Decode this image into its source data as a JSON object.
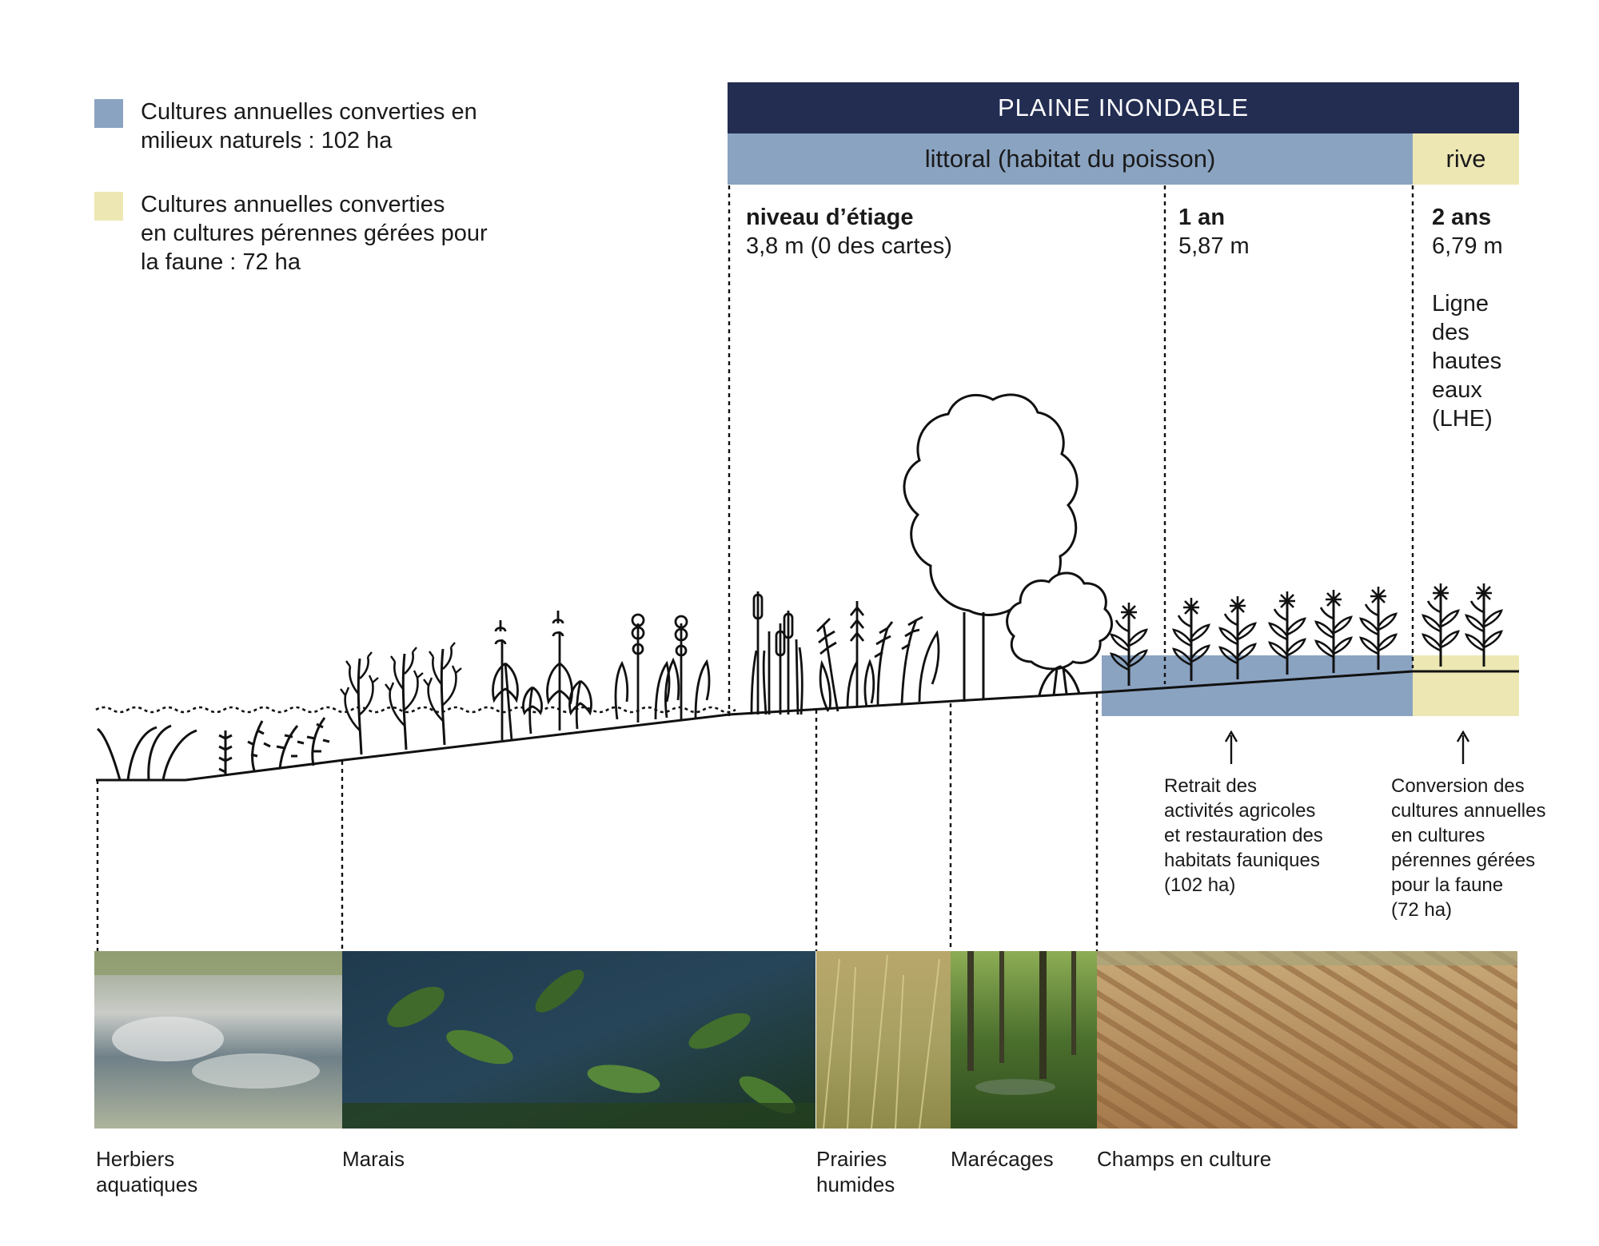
{
  "legend": {
    "items": [
      {
        "color": "#8aa3c1",
        "label": "Cultures annuelles converties en\nmilieux naturels : 102 ha"
      },
      {
        "color": "#ede7b4",
        "label": "Cultures annuelles converties\nen cultures pérennes gérées pour\nla faune : 72 ha"
      }
    ]
  },
  "bands": {
    "top": {
      "label": "PLAINE INONDABLE",
      "color": "#232d52"
    },
    "littoral": {
      "label": "littoral (habitat du poisson)",
      "color": "#8aa3c1"
    },
    "rive": {
      "label": "rive",
      "color": "#ede7b4"
    }
  },
  "zones": [
    {
      "title": "niveau d’étiage",
      "value": "3,8 m (0 des cartes)"
    },
    {
      "title": "1 an",
      "value": "5,87 m"
    },
    {
      "title": "2 ans",
      "value": "6,79 m"
    }
  ],
  "lhe_label": "Ligne\ndes\nhautes\neaux\n(LHE)",
  "notes": [
    "Retrait des\nactivités agricoles\net restauration des\nhabitats fauniques\n(102 ha)",
    "Conversion des\ncultures annuelles\nen cultures\npérennes gérées\npour la faune\n(72 ha)"
  ],
  "photos": [
    {
      "caption": "Herbiers\naquatiques"
    },
    {
      "caption": "Marais"
    },
    {
      "caption": "Prairies\nhumides"
    },
    {
      "caption": "Marécages"
    },
    {
      "caption": "Champs en culture"
    }
  ],
  "colors": {
    "navy": "#232d52",
    "blue": "#8aa3c1",
    "cream": "#ede7b4",
    "line": "#111111"
  },
  "icons": [
    "wave-line",
    "reed-icon",
    "cattail-icon",
    "tree-icon",
    "shrub-icon",
    "corn-icon",
    "arrow-up-icon"
  ]
}
